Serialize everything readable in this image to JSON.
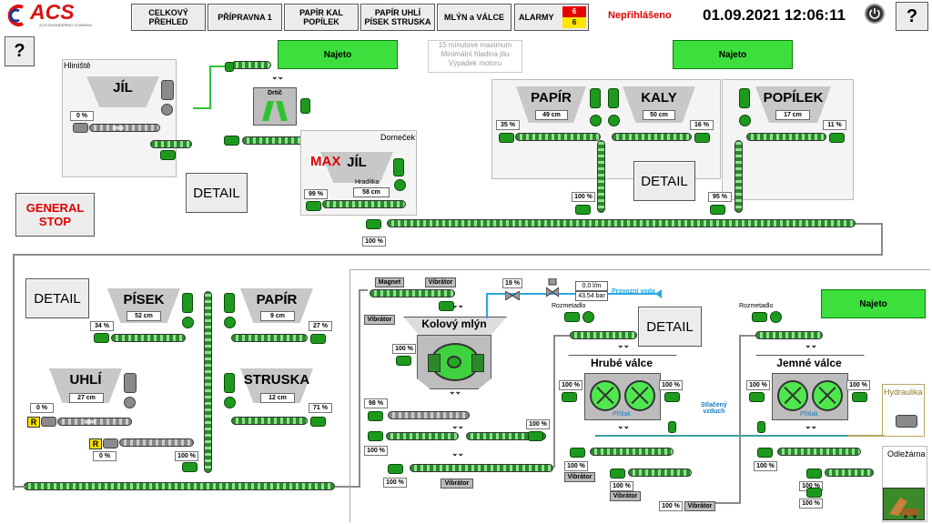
{
  "header": {
    "logo": "ACS",
    "logo_sub": "ACS ENGINEERING COMPANY",
    "tabs": [
      {
        "label": "CELKOVÝ\nPŘEHLED"
      },
      {
        "label": "PŘÍPRAVNA 1"
      },
      {
        "label": "PAPÍR   KAL\nPOPÍLEK"
      },
      {
        "label": "PAPÍR  UHLÍ\nPÍSEK STRUSKA"
      },
      {
        "label": "MLÝN a VÁLCE"
      }
    ],
    "alarms_label": "ALARMY",
    "alarm_active": "6",
    "alarm_unack": "6",
    "login_status": "Nepřihlášeno",
    "datetime": "01.09.2021 12:06:11",
    "help": "?",
    "colors": {
      "alarm_red": "#e60000",
      "alarm_yellow": "#ffe600",
      "login_red": "#e00000",
      "running_green": "#3ddf3d"
    }
  },
  "help_left": "?",
  "status": {
    "top_left": "Najeto",
    "top_right": "Najeto",
    "mill": "Najeto"
  },
  "messages": [
    "15 minutové maximum",
    "Minimální hladina jílu",
    "Výpadek motoru"
  ],
  "general_stop": "GENERAL\nSTOP",
  "detail": "DETAIL",
  "zones": {
    "hliniste": "Hliniště",
    "domecek": "Domeček",
    "odlezarna": "Odležárna",
    "hydraulika": "Hydraulika"
  },
  "hoppers": {
    "jil1": {
      "name": "JÍL",
      "pct": "0 %"
    },
    "drtic": {
      "name": "Drtič"
    },
    "jil2": {
      "name": "JÍL",
      "max": "MAX",
      "hraditka": "Hradítka",
      "level": "58 cm",
      "pct": "99 %"
    },
    "papir1": {
      "name": "PAPÍR",
      "level": "49 cm",
      "pct": "35 %"
    },
    "kaly": {
      "name": "KALY",
      "level": "50 cm",
      "pct": "16 %"
    },
    "popilek": {
      "name": "POPÍLEK",
      "level": "17 cm",
      "pct": "11 %"
    },
    "pisek": {
      "name": "PÍSEK",
      "level": "52 cm",
      "pct": "34 %"
    },
    "papir2": {
      "name": "PAPÍR",
      "level": "9 cm",
      "pct": "27 %"
    },
    "uhli": {
      "name": "UHLÍ",
      "level": "27 cm",
      "pct": "0 %"
    },
    "struska": {
      "name": "STRUSKA",
      "level": "12 cm",
      "pct": "71 %"
    }
  },
  "conveyor_pct": {
    "c1": "100 %",
    "c2": "95 %",
    "c3": "100 %",
    "c4": "0 %",
    "c5": "100 %"
  },
  "mill": {
    "magnet": "Magnet",
    "vibrator": "Vibrátor",
    "vibrator_side": "Vibrátor",
    "title": "Kolový mlýn",
    "pct": "100 %",
    "water_pct": "19 %",
    "flow": "0.0 l/m",
    "pressure": "43.54 bar",
    "water_label": "Provozní voda",
    "conv_a": "98 %",
    "conv_b": "100 %",
    "conv_c": "100 %",
    "conv_d": "100 %",
    "vib_bottom": "Vibrátor"
  },
  "rough": {
    "title": "Hrubé válce",
    "meter": "Rozmetadlo",
    "pritlak": "Přítlak",
    "pct_l": "100 %",
    "pct_r": "100 %",
    "pct_b1": "100 %",
    "pct_b2": "100 %",
    "pct_b3": "100 %",
    "vib1": "Vibrátor",
    "vib2": "Vibrátor",
    "air": "Stlačený\nvzduch"
  },
  "fine": {
    "title": "Jemné válce",
    "meter": "Rozmetadlo",
    "pritlak": "Přítlak",
    "pct_l": "100 %",
    "pct_r": "100 %",
    "pct_b1": "100 %",
    "pct_b2": "100 %",
    "pct_b3": "100 %",
    "vib": "Vibrátor"
  }
}
